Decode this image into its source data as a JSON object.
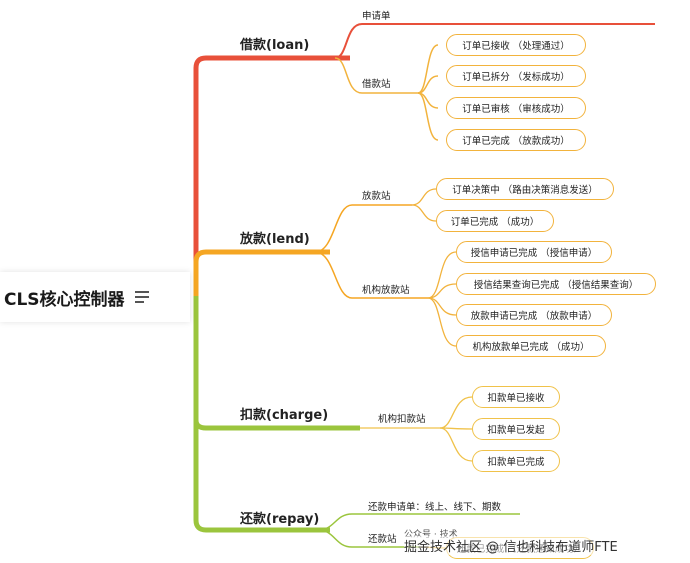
{
  "root": {
    "label": "CLS核心控制器",
    "icon": "menu-lines-icon"
  },
  "colors": {
    "red": "#e8503a",
    "orange": "#f5a623",
    "green": "#9bc53d",
    "leaf_border": "#f2b33d"
  },
  "branches": [
    {
      "label": "借款(loan)",
      "subs": [
        {
          "label": "申请单",
          "leaves": []
        },
        {
          "label": "借款站",
          "leaves": [
            "订单已接收 （处理通过）",
            "订单已拆分 （发标成功）",
            "订单已审核 （审核成功）",
            "订单已完成 （放款成功）"
          ]
        }
      ]
    },
    {
      "label": "放款(lend)",
      "subs": [
        {
          "label": "放款站",
          "leaves": [
            "订单决策中 （路由决策消息发送）",
            "订单已完成 （成功）"
          ]
        },
        {
          "label": "机构放款站",
          "leaves": [
            "授信申请已完成 （授信申请）",
            "授信结果查询已完成 （授信结果查询）",
            "放款申请已完成 （放款申请）",
            "机构放款单已完成 （成功）"
          ]
        }
      ]
    },
    {
      "label": "扣款(charge)",
      "subs": [
        {
          "label": "机构扣款站",
          "leaves": [
            "扣款单已接收",
            "扣款单已发起",
            "扣款单已完成"
          ]
        }
      ]
    },
    {
      "label": "还款(repay)",
      "subs": [
        {
          "label": "还款申请单：线上、线下、期数",
          "leaves": []
        },
        {
          "label": "还款站",
          "leaves": [
            "还款已完成 （还款通知成功）"
          ]
        }
      ]
    }
  ],
  "watermark": {
    "line1": "掘金技术社区 @ 信也科技布道师FTE",
    "line2": "公众号 · 技术"
  }
}
